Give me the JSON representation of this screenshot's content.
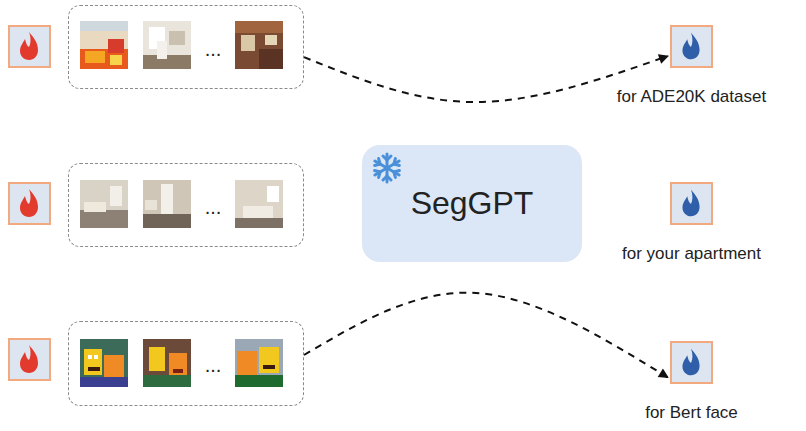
{
  "diagram": {
    "nodes": [
      {
        "text": [
          "..."
        ]
      },
      {
        "text": [
          "for ADE20K dataset"
        ]
      },
      {
        "text": [
          "..."
        ]
      },
      {
        "text": [
          "SegGPT"
        ]
      },
      {
        "text": [
          "for your apartment"
        ]
      },
      {
        "text": [
          "..."
        ]
      },
      {
        "text": [
          "for Bert face"
        ]
      }
    ],
    "edges": [
      {
        "from": 0,
        "to": 1,
        "arrow": "to"
      },
      {
        "from": 5,
        "to": 6,
        "arrow": "to"
      }
    ]
  }
}
